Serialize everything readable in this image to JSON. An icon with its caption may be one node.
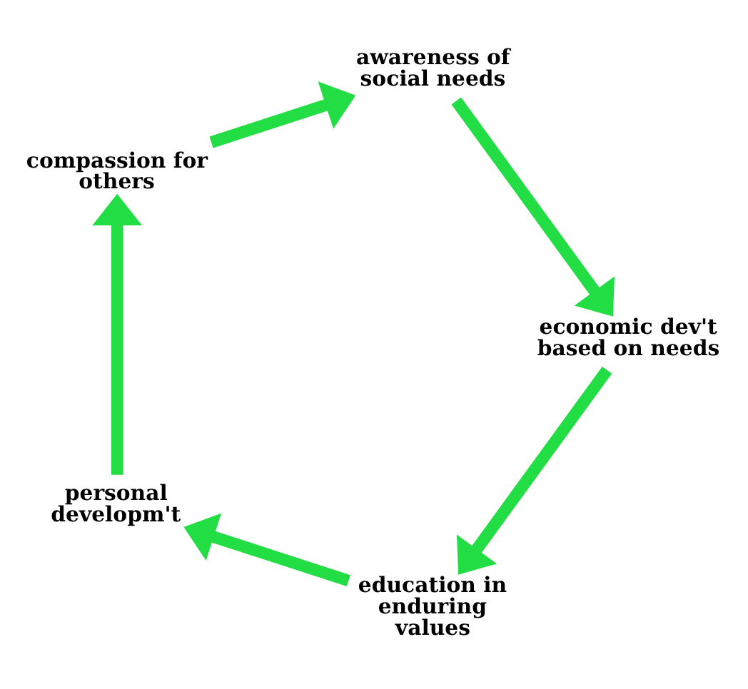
{
  "diagram": {
    "nodes": [
      {
        "text": [
          "education in enduring values"
        ]
      },
      {
        "text": [
          "personal developm't"
        ]
      },
      {
        "text": [
          "compassion for others"
        ]
      },
      {
        "text": [
          "awareness of social needs"
        ]
      },
      {
        "text": [
          "economic dev't based on needs"
        ]
      }
    ],
    "edges": [
      {
        "from": 0,
        "to": 1,
        "arrow": "to"
      },
      {
        "from": 1,
        "to": 2,
        "arrow": "to"
      },
      {
        "from": 2,
        "to": 3,
        "arrow": "to"
      },
      {
        "from": 3,
        "to": 4,
        "arrow": "to"
      },
      {
        "from": 4,
        "to": 0,
        "arrow": "to"
      }
    ]
  }
}
